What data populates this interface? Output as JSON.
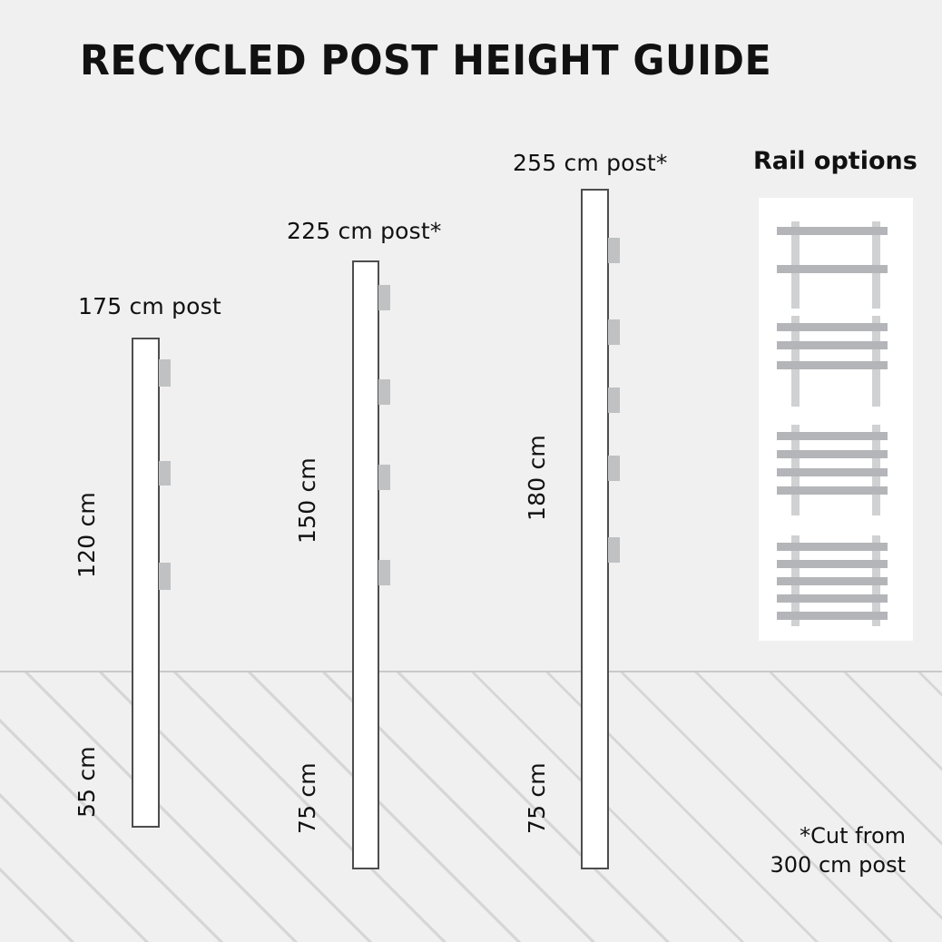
{
  "title": "RECYCLED POST HEIGHT GUIDE",
  "background": {
    "page_color": "#f0f0f0",
    "ground_hatch_color": "#d6d6d6",
    "ground_line_color": "#c9c9c9",
    "post_fill": "#ffffff",
    "post_outline": "#4d4d4d",
    "rail_tab_color": "#bfc1c3",
    "rail_bar_color": "#b3b5b8",
    "rail_post_color": "#cfd1d3",
    "panel_color": "#ffffff",
    "text_color": "#111111"
  },
  "posts": [
    {
      "id": "post-175",
      "label": "175 cm post",
      "above_ground_label": "120 cm",
      "below_ground_label": "55 cm",
      "rail_tab_count": 3,
      "total_cm": 175,
      "above_ground_cm": 120,
      "below_ground_cm": 55,
      "cut_from_300": false
    },
    {
      "id": "post-225",
      "label": "225 cm post*",
      "above_ground_label": "150 cm",
      "below_ground_label": "75 cm",
      "rail_tab_count": 4,
      "total_cm": 225,
      "above_ground_cm": 150,
      "below_ground_cm": 75,
      "cut_from_300": true
    },
    {
      "id": "post-255",
      "label": "255 cm post*",
      "above_ground_label": "180 cm",
      "below_ground_label": "75 cm",
      "rail_tab_count": 5,
      "total_cm": 255,
      "above_ground_cm": 180,
      "below_ground_cm": 75,
      "cut_from_300": true
    }
  ],
  "rail_options": {
    "heading": "Rail options",
    "options": [
      {
        "id": "rail-option-2",
        "rail_count": 2
      },
      {
        "id": "rail-option-3",
        "rail_count": 3
      },
      {
        "id": "rail-option-4",
        "rail_count": 4
      },
      {
        "id": "rail-option-5",
        "rail_count": 5
      }
    ]
  },
  "footnote": {
    "line1": "*Cut from",
    "line2": "300 cm post"
  }
}
